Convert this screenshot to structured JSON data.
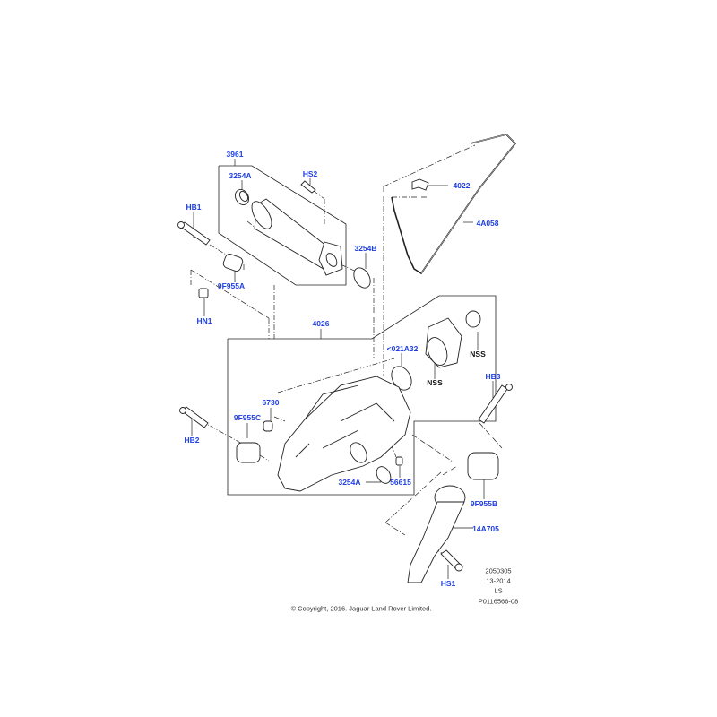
{
  "title": "Transfer case / rear drive unit parts diagram",
  "accent_color": "#1f3fe0",
  "callouts": [
    {
      "id": "3961",
      "text": "3961"
    },
    {
      "id": "3254A-top",
      "text": "3254A"
    },
    {
      "id": "HS2",
      "text": "HS2"
    },
    {
      "id": "HB1",
      "text": "HB1"
    },
    {
      "id": "3254B",
      "text": "3254B"
    },
    {
      "id": "4022",
      "text": "4022"
    },
    {
      "id": "4A058",
      "text": "4A058"
    },
    {
      "id": "9F955A",
      "text": "9F955A"
    },
    {
      "id": "HN1",
      "text": "HN1"
    },
    {
      "id": "4026",
      "text": "4026"
    },
    {
      "id": "021A32",
      "text": "<021A32"
    },
    {
      "id": "NSS-1",
      "text": "NSS"
    },
    {
      "id": "NSS-2",
      "text": "NSS"
    },
    {
      "id": "HB3",
      "text": "HB3"
    },
    {
      "id": "6730",
      "text": "6730"
    },
    {
      "id": "9F955C",
      "text": "9F955C"
    },
    {
      "id": "HB2",
      "text": "HB2"
    },
    {
      "id": "3254A-bottom",
      "text": "3254A"
    },
    {
      "id": "56615",
      "text": "56615"
    },
    {
      "id": "9F955B",
      "text": "9F955B"
    },
    {
      "id": "14A705",
      "text": "14A705"
    },
    {
      "id": "HS1",
      "text": "HS1"
    }
  ],
  "notes": [
    "2050305",
    "13-2014",
    "LS",
    "P0116566-08"
  ],
  "copyright": "© Copyright, 2016. Jaguar Land Rover Limited."
}
